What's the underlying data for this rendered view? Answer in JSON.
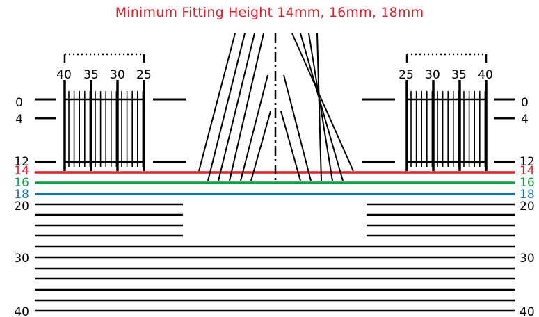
{
  "title": "Minimum Fitting Height 14mm, 16mm, 18mm",
  "colors": {
    "red": "#e11f2a",
    "green": "#129a45",
    "blue": "#1a6fad",
    "black": "#000000"
  },
  "row_labels": {
    "r0": "0",
    "r4": "4",
    "r12": "12",
    "r14": "14",
    "r16": "16",
    "r18": "18",
    "r20": "20",
    "r30": "30",
    "r40": "40"
  },
  "pd_scale": {
    "left": [
      "40",
      "35",
      "30",
      "25"
    ],
    "right": [
      "25",
      "30",
      "35",
      "40"
    ]
  }
}
